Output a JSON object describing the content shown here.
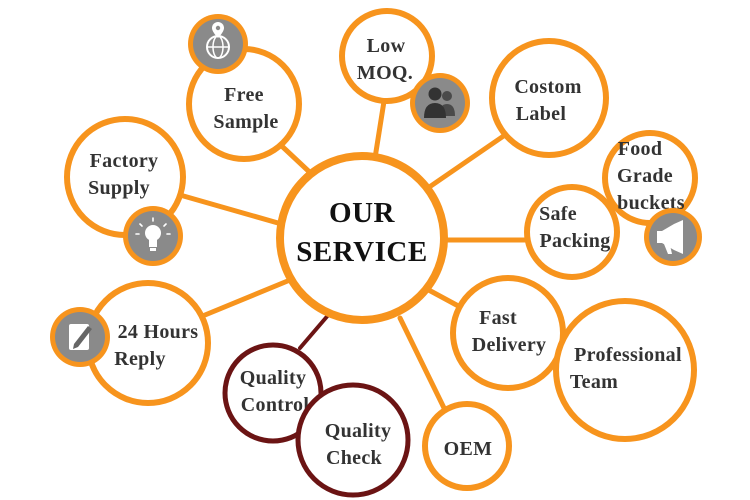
{
  "center": {
    "line1": "OUR",
    "line2": "SERVICE"
  },
  "nodes": {
    "free_sample": {
      "line1": "Free",
      "line2": "Sample"
    },
    "low_moq": {
      "line1": "Low",
      "line2": "MOQ."
    },
    "custom_label": {
      "line1": "Costom",
      "line2": "Label"
    },
    "food_grade": {
      "line1": "Food",
      "line2": "Grade",
      "line3": "buckets"
    },
    "safe_packing": {
      "line1": "Safe",
      "line2": "Packing"
    },
    "factory_supply": {
      "line1": "Factory",
      "line2": "Supply"
    },
    "reply_24h": {
      "line1": "24 Hours",
      "line2": "Reply"
    },
    "quality_control": {
      "line1": "Quality",
      "line2": "Control"
    },
    "quality_check": {
      "line1": "Quality",
      "line2": "Check"
    },
    "oem": {
      "line1": "OEM"
    },
    "fast_delivery": {
      "line1": "Fast",
      "line2": "Delivery"
    },
    "professional_team": {
      "line1": "Professional",
      "line2": "Team"
    }
  },
  "icons": [
    "globe-pin-icon",
    "people-icon",
    "lightbulb-icon",
    "pencil-note-icon",
    "megaphone-icon"
  ],
  "colors": {
    "accent": "#f7941d",
    "dark_accent": "#6b1414",
    "icon_bg": "#8a8a8a",
    "text": "#333333"
  }
}
